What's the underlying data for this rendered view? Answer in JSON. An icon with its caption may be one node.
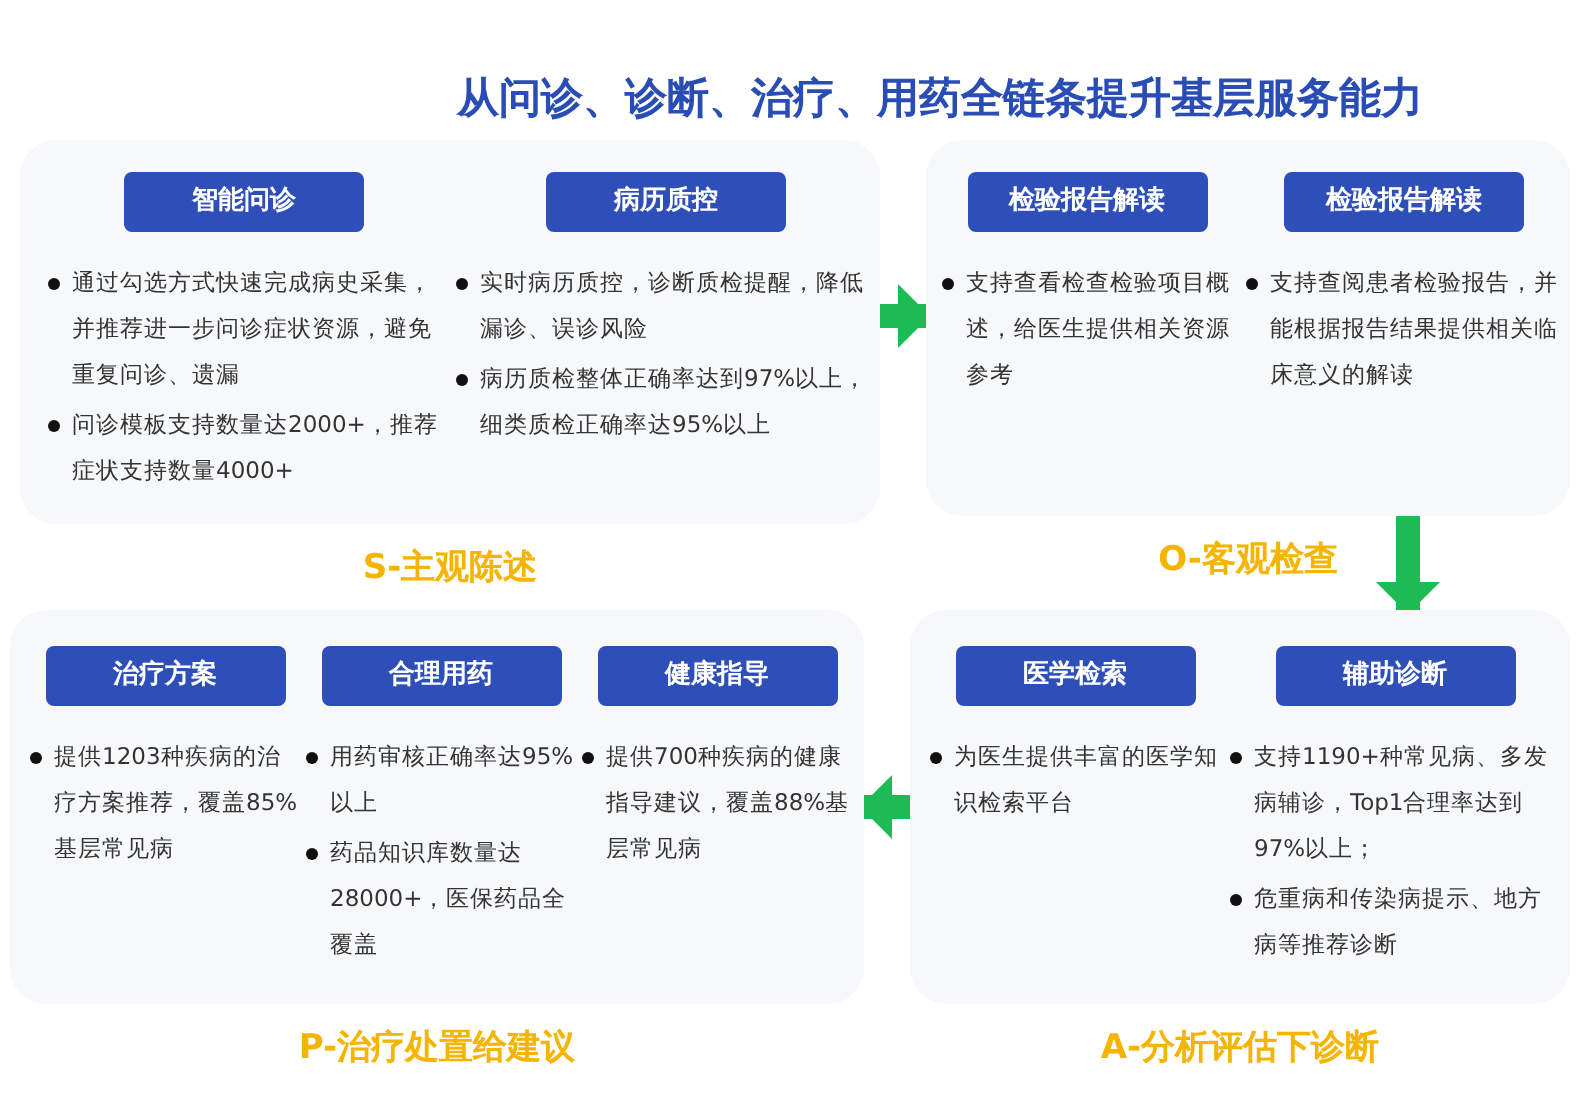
{
  "diagram": {
    "title": "从问诊、诊断、治疗、用药全链条提升基层服务能力",
    "nodes": [
      {
        "text": [],
        "shape": "box",
        "beside": [
          "S-主观陈述"
        ]
      },
      {
        "text": [
          "智能问诊",
          "通过勾选方式快速完成病史采集，并推荐进一步问诊症状资源，避免重复问诊、遗漏",
          "问诊模板支持数量达2000+，推荐症状支持数量4000+"
        ],
        "in": 0
      },
      {
        "text": [
          "病历质控",
          "实时病历质控，诊断质检提醒，降低漏诊、误诊风险",
          "病历质检整体正确率达到97%以上，细类质检正确率达95%以上"
        ],
        "in": 0
      },
      {
        "text": [],
        "shape": "box",
        "beside": [
          "O-客观检查"
        ]
      },
      {
        "text": [
          "检验报告解读",
          "支持查看检查检验项目概述，给医生提供相关资源参考"
        ],
        "in": 3
      },
      {
        "text": [
          "检验报告解读",
          "支持查阅患者检验报告，并能根据报告结果提供相关临床意义的解读"
        ],
        "in": 3
      },
      {
        "text": [],
        "shape": "box",
        "beside": [
          "P-治疗处置给建议"
        ]
      },
      {
        "text": [
          "治疗方案",
          "提供1203种疾病的治疗方案推荐，覆盖85%基层常见病"
        ],
        "in": 6
      },
      {
        "text": [
          "合理用药",
          "用药审核正确率达95%以上",
          "药品知识库数量达28000+，医保药品全覆盖"
        ],
        "in": 6
      },
      {
        "text": [
          "健康指导",
          "提供700种疾病的健康指导建议，覆盖88%基层常见病"
        ],
        "in": 6
      },
      {
        "text": [],
        "shape": "box",
        "beside": [
          "A-分析评估下诊断"
        ]
      },
      {
        "text": [
          "医学检索",
          "为医生提供丰富的医学知识检索平台"
        ],
        "in": 10
      },
      {
        "text": [
          "辅助诊断",
          "支持1190+种常见病、多发病辅诊，Top1合理率达到97%以上；",
          "危重病和传染病提示、地方病等推荐诊断"
        ],
        "in": 10
      }
    ],
    "edges": [
      {
        "from": 0,
        "to": 3,
        "arrow": "to"
      },
      {
        "from": 3,
        "to": 10,
        "arrow": "to"
      },
      {
        "from": 10,
        "to": 6,
        "arrow": "to"
      }
    ]
  }
}
